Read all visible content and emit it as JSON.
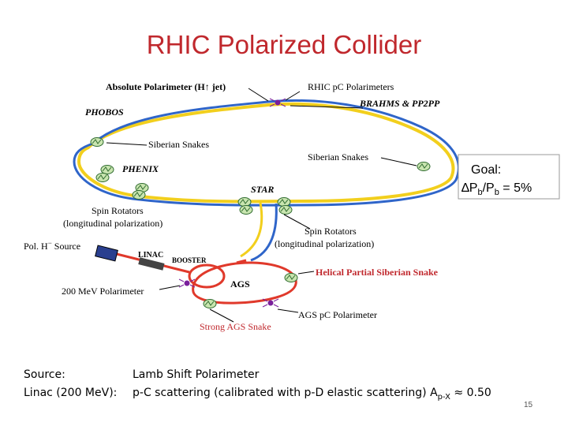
{
  "slide": {
    "title": "RHIC Polarized Collider",
    "page_number": "15"
  },
  "diagram": {
    "labels": {
      "absolute_polarimeter": "Absolute Polarimeter (H",
      "absolute_polarimeter_suffix": " jet)",
      "rhic_pc_polarimeters": "RHIC pC Polarimeters",
      "brahms_pp2pp": "BRAHMS & PP2PP",
      "phobos": "PHOBOS",
      "siberian_snakes_left": "Siberian Snakes",
      "siberian_snakes_right": "Siberian Snakes",
      "phenix": "PHENIX",
      "star": "STAR",
      "spin_rotators_left_1": "Spin Rotators",
      "spin_rotators_left_2": "(longitudinal polarization)",
      "spin_rotators_right_1": "Spin Rotators",
      "spin_rotators_right_2": "(longitudinal polarization)",
      "pol_h_source": "Pol. H",
      "pol_h_source_suffix": " Source",
      "linac": "LINAC",
      "booster": "BOOSTER",
      "polarimeter_200mev": "200 MeV Polarimeter",
      "ags": "AGS",
      "helical_snake": "Helical Partial Siberian Snake",
      "ags_pc_polarimeter": "AGS pC Polarimeter",
      "strong_ags_snake": "Strong AGS Snake",
      "goal_line1": "Goal:",
      "goal_line2_delta": "∆P",
      "goal_line2_mid": "/P",
      "goal_line2_end": " = 5%",
      "goal_sub": "b"
    },
    "colors": {
      "ring_yellow": "#f2cf1d",
      "ring_blue": "#2f65c9",
      "transfer_red": "#e0392b",
      "snake_green": "#3e9a3e",
      "polarimeter_purple": "#7a1f9c",
      "goal_border": "#9a9a9a"
    },
    "icons": {
      "snake": "snake-magnet-icon",
      "polarimeter": "polarimeter-icon",
      "source": "ion-source-icon",
      "linac": "linac-icon"
    }
  },
  "footer": {
    "source_label": "Source:",
    "source_value": "Lamb Shift Polarimeter",
    "linac_label": "Linac (200 MeV):",
    "linac_value_prefix": "p-C scattering (calibrated with p-D elastic scattering) A",
    "linac_value_sub": "p-X",
    "linac_value_suffix": " ≈ 0.50"
  }
}
